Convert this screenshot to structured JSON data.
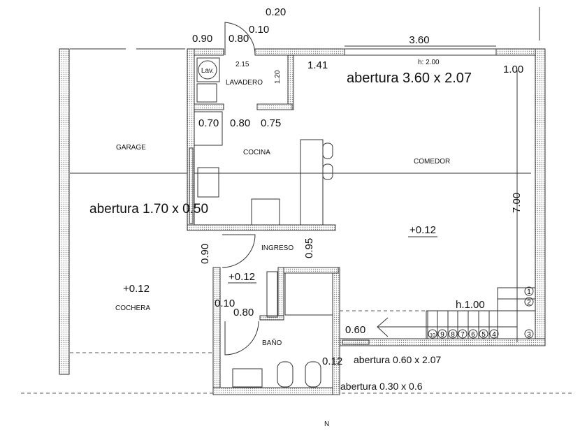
{
  "rooms": {
    "garage": "GARAGE",
    "cocina": "COCINA",
    "comedor": "COMEDOR",
    "lavadero": "LAVADERO",
    "ingreso": "INGRESO",
    "cochera": "COCHERA",
    "bano": "BAÑO"
  },
  "fixtures": {
    "lav": "Lav."
  },
  "levels": {
    "comedor": "+0.12",
    "ingreso": "+0.12",
    "cochera": "+0.12"
  },
  "dimensions": {
    "top_0_20": "0.20",
    "top_0_10": "0.10",
    "top_0_90": "0.90",
    "top_0_80": "0.80",
    "width_3_60": "3.60",
    "h_2_00": "h: 2.00",
    "lav_2_15": "2.15",
    "lav_1_20": "1.20",
    "d_1_41": "1.41",
    "d_1_00": "1.00",
    "k_0_70": "0.70",
    "k_0_80": "0.80",
    "k_0_75": "0.75",
    "height_7_00": "7.00",
    "ing_0_90": "0.90",
    "ing_0_95": "0.95",
    "b_0_10": "0.10",
    "b_0_80": "0.80",
    "h_1_00": "h.1.00",
    "s_0_60": "0.60",
    "b_0_12": "0.12"
  },
  "openings": {
    "main": "abertura 3.60 x 2.07",
    "kitchen": "abertura 1.70 x 0.50",
    "stair": "abertura 0.60 x 2.07",
    "bath": "abertura 0.30 x 0.6"
  },
  "stairs": [
    "1",
    "2",
    "3",
    "4",
    "5",
    "6",
    "7",
    "8",
    "9",
    "10"
  ],
  "north": "N"
}
